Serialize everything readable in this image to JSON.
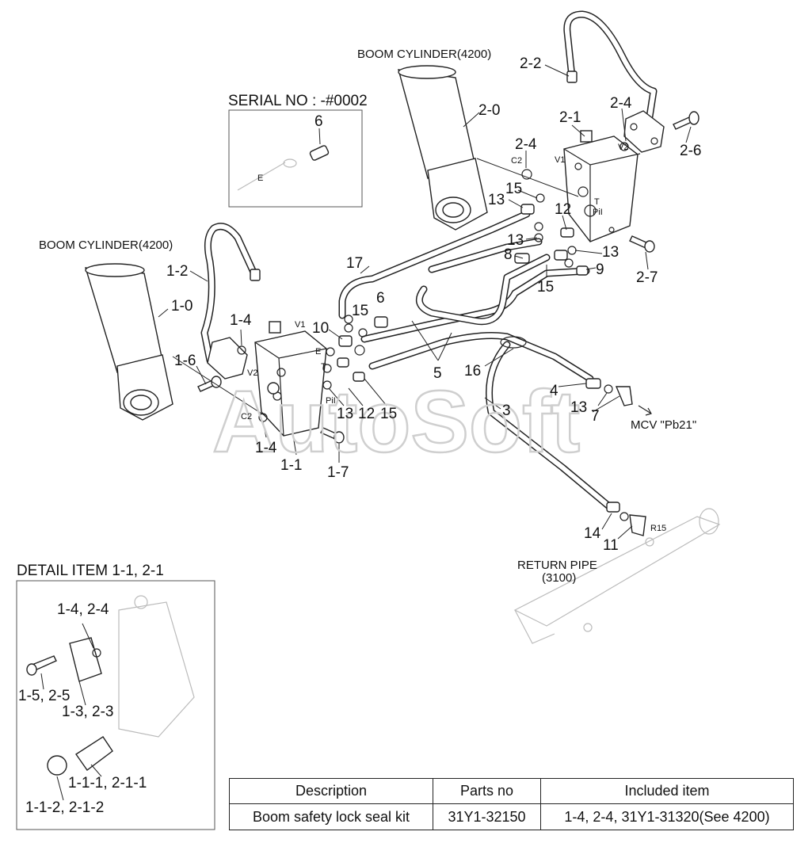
{
  "watermark": "AutoSoft",
  "headings": {
    "serial": "SERIAL NO : -#0002",
    "detail": "DETAIL ITEM 1-1, 2-1"
  },
  "notes": {
    "boom_cyl_right": "BOOM CYLINDER(4200)",
    "boom_cyl_left": "BOOM CYLINDER(4200)",
    "mcv": "MCV \"Pb21\"",
    "return_pipe_1": "RETURN PIPE",
    "return_pipe_2": "(3100)"
  },
  "port_labels": {
    "E_serial": "E",
    "C2_top": "C2",
    "V1_top": "V1",
    "V2_top": "V2",
    "T_top": "T",
    "Pil_top": "PiI",
    "V1_left": "V1",
    "V2_left": "V2",
    "E_left": "E",
    "T_left": "T",
    "Pil_left": "PiI",
    "C2_left": "C2",
    "R15": "R15"
  },
  "callouts": {
    "c_2_2": "2-2",
    "c_2_0": "2-0",
    "c_2_4a": "2-4",
    "c_2_1": "2-1",
    "c_2_4b": "2-4",
    "c_2_6": "2-6",
    "c_6a": "6",
    "c_13a": "13",
    "c_15a": "15",
    "c_12a": "12",
    "c_13b": "13",
    "c_8": "8",
    "c_13c": "13",
    "c_9": "9",
    "c_15b": "15",
    "c_2_7": "2-7",
    "c_17": "17",
    "c_1_2": "1-2",
    "c_1_0": "1-0",
    "c_1_4a": "1-4",
    "c_1_6": "1-6",
    "c_15c": "15",
    "c_6b": "6",
    "c_10": "10",
    "c_5": "5",
    "c_16": "16",
    "c_4": "4",
    "c_13d": "13",
    "c_7": "7",
    "c_3": "3",
    "c_13e": "13",
    "c_12b": "12",
    "c_15d": "15",
    "c_1_4b": "1-4",
    "c_1_1": "1-1",
    "c_1_7": "1-7",
    "c_14": "14",
    "c_11": "11"
  },
  "detail_callouts": {
    "d1": "1-4, 2-4",
    "d2": "1-5, 2-5",
    "d3": "1-3, 2-3",
    "d4": "1-1-1, 2-1-1",
    "d5": "1-1-2, 2-1-2"
  },
  "table": {
    "headers": [
      "Description",
      "Parts no",
      "Included item"
    ],
    "rows": [
      [
        "Boom safety lock seal kit",
        "31Y1-32150",
        "1-4, 2-4, 31Y1-31320(See 4200)"
      ]
    ]
  }
}
